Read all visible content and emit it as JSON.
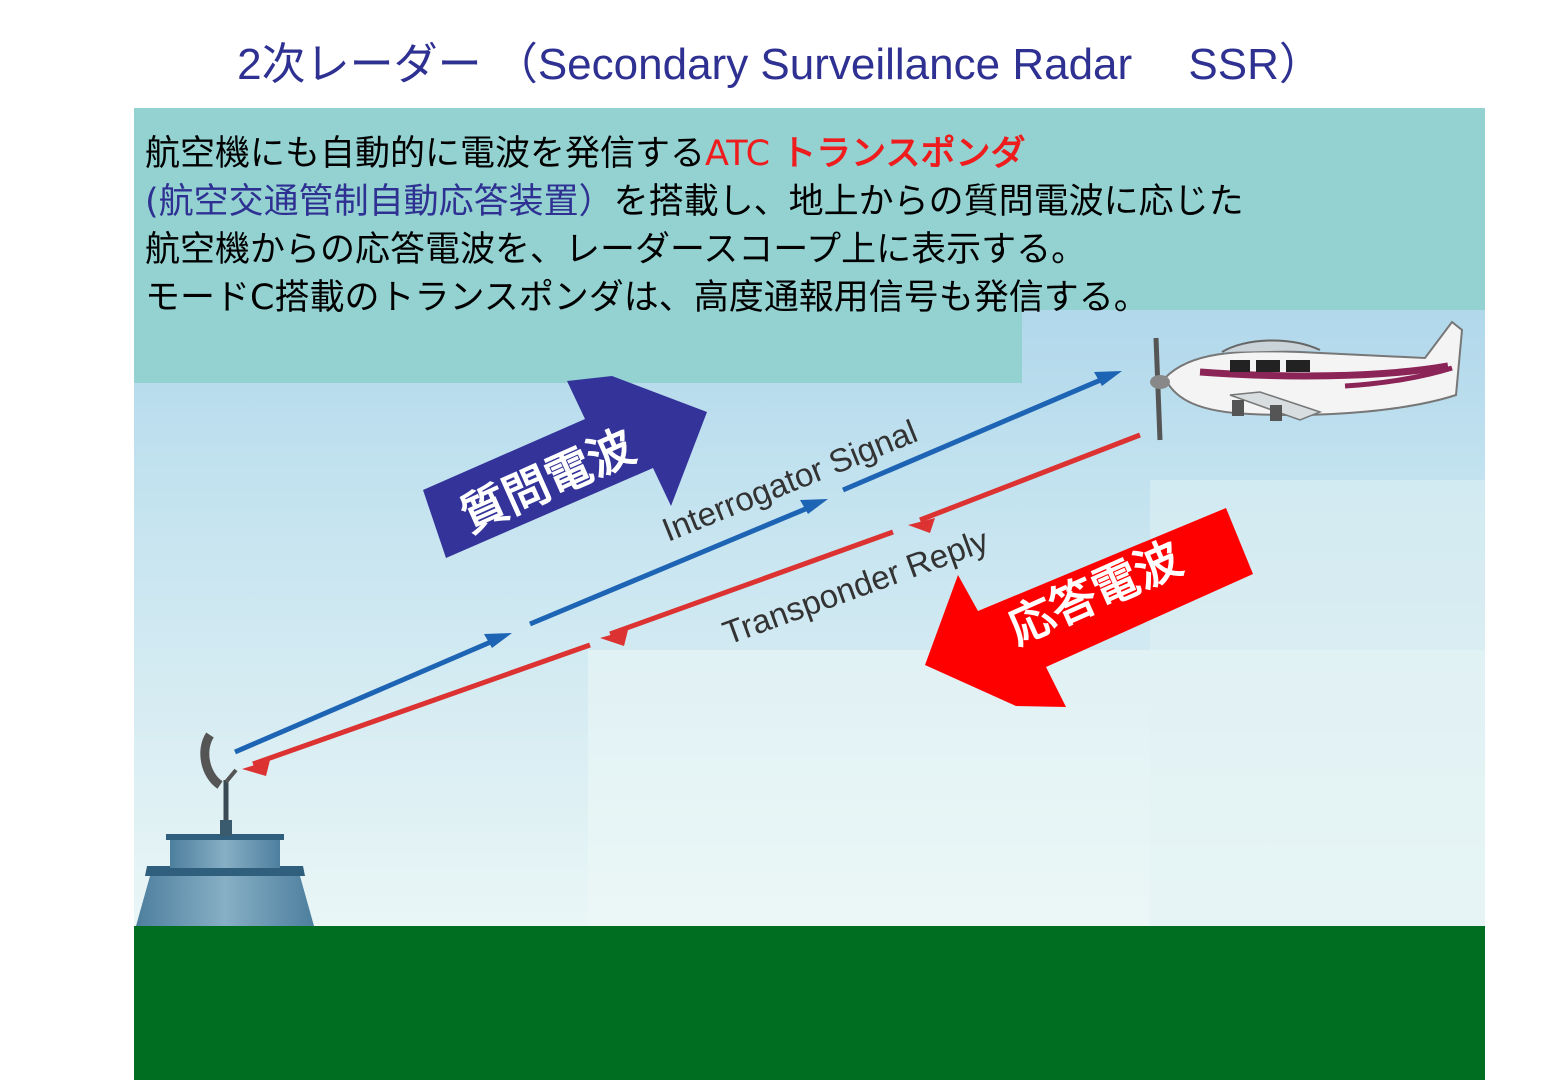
{
  "title": "2次レーダー （Secondary Surveillance Radar　 SSR）",
  "description": {
    "line1": {
      "part1": "航空機にも自動的に電波を発信する",
      "part2": "ATC ",
      "part3": "トランスポンダ"
    },
    "line2": {
      "part1": "(航空交通管制自動応答装置）",
      "part2": "を搭載し、地上からの質問電波に応じた"
    },
    "line3": "航空機からの応答電波を、レーダースコープ上に表示する。",
    "line4": "モードC搭載のトランスポンダは、高度通報用信号も発信する。"
  },
  "diagram": {
    "interrogator_label": "Interrogator Signal",
    "reply_label": "Transponder Reply",
    "interrogation_arrow_label": "質問電波",
    "reply_arrow_label": "応答電波"
  },
  "colors": {
    "title": "#2e3192",
    "panel": "#94d2d2",
    "ground": "#006e20",
    "interrogation_arrow": "#33339a",
    "reply_arrow": "#ff0000",
    "interrogator_line": "#1e64b4",
    "reply_line": "#dc3232"
  }
}
